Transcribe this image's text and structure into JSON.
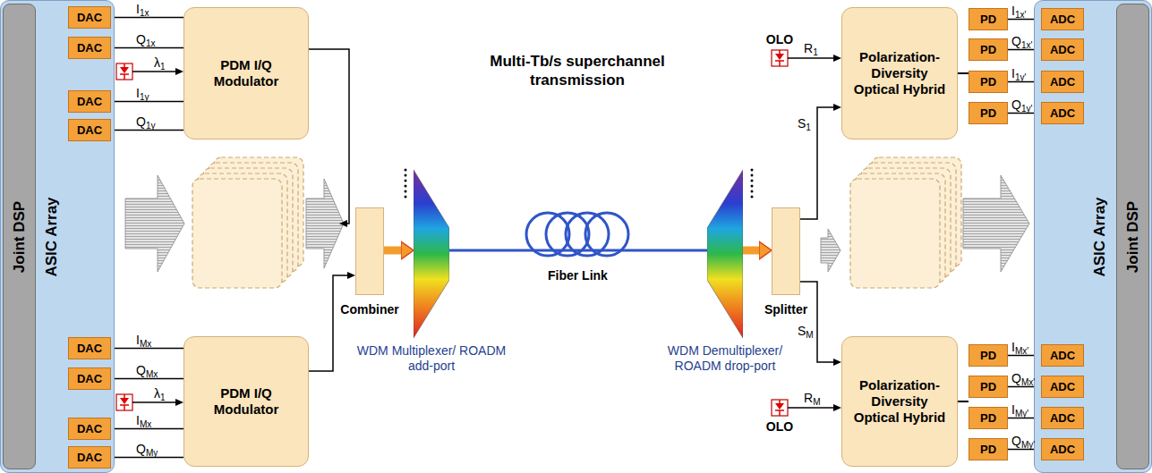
{
  "diagram": {
    "nodes": [
      {
        "text": [
          "ASIC Array"
        ]
      },
      {
        "text": [
          "Joint DSP"
        ],
        "in": 0
      },
      {
        "text": [
          "DAC"
        ],
        "in": 0
      },
      {
        "text": [
          "DAC"
        ],
        "in": 0
      },
      {
        "text": [
          "DAC"
        ],
        "in": 0
      },
      {
        "text": [
          "DAC"
        ],
        "in": 0
      },
      {
        "text": [
          "DAC"
        ],
        "in": 0
      },
      {
        "text": [
          "DAC"
        ],
        "in": 0
      },
      {
        "text": [
          "DAC"
        ],
        "in": 0
      },
      {
        "text": [
          "DAC"
        ],
        "in": 0
      },
      {
        "text": [
          "PDM I/Q Modulator"
        ]
      },
      {
        "text": [
          "PDM I/Q Modulator"
        ]
      },
      {
        "text": [
          "Combiner"
        ]
      },
      {
        "text": [
          "WDM Multiplexer/ ROADM add-port"
        ]
      },
      {
        "text": [
          "WDM Demultiplexer/ ROADM drop-port"
        ]
      },
      {
        "text": [
          "Splitter"
        ]
      },
      {
        "text": [
          "Polarization-Diversity Optical Hybrid"
        ]
      },
      {
        "text": [
          "Polarization-Diversity Optical Hybrid"
        ]
      },
      {
        "text": [
          "PD"
        ]
      },
      {
        "text": [
          "PD"
        ]
      },
      {
        "text": [
          "PD"
        ]
      },
      {
        "text": [
          "PD"
        ]
      },
      {
        "text": [
          "PD"
        ]
      },
      {
        "text": [
          "PD"
        ]
      },
      {
        "text": [
          "PD"
        ]
      },
      {
        "text": [
          "PD"
        ]
      },
      {
        "text": [
          "ASIC Array"
        ]
      },
      {
        "text": [
          "Joint DSP"
        ],
        "in": 26
      },
      {
        "text": [
          "ADC"
        ],
        "in": 26
      },
      {
        "text": [
          "ADC"
        ],
        "in": 26
      },
      {
        "text": [
          "ADC"
        ],
        "in": 26
      },
      {
        "text": [
          "ADC"
        ],
        "in": 26
      },
      {
        "text": [
          "ADC"
        ],
        "in": 26
      },
      {
        "text": [
          "ADC"
        ],
        "in": 26
      },
      {
        "text": [
          "ADC"
        ],
        "in": 26
      },
      {
        "text": [
          "ADC"
        ],
        "in": 26
      }
    ],
    "edges": [
      {
        "from": 2,
        "to": 10,
        "arrow": "none",
        "label": "I1x"
      },
      {
        "from": 3,
        "to": 10,
        "arrow": "none",
        "label": "Q1x"
      },
      {
        "from": 4,
        "to": 10,
        "arrow": "none",
        "label": "I1y"
      },
      {
        "from": 5,
        "to": 10,
        "arrow": "none",
        "label": "Q1y"
      },
      {
        "from": 6,
        "to": 11,
        "arrow": "none",
        "label": "IMx"
      },
      {
        "from": 7,
        "to": 11,
        "arrow": "none",
        "label": "QMx"
      },
      {
        "from": 8,
        "to": 11,
        "arrow": "none",
        "label": "IMx"
      },
      {
        "from": 9,
        "to": 11,
        "arrow": "none",
        "label": "QMy"
      },
      {
        "from": 10,
        "to": 12,
        "arrow": "to"
      },
      {
        "from": 11,
        "to": 12,
        "arrow": "to"
      },
      {
        "from": 12,
        "to": 13,
        "arrow": "to"
      },
      {
        "from": 13,
        "to": 14,
        "arrow": "none",
        "label": "Fiber Link"
      },
      {
        "from": 14,
        "to": 15,
        "arrow": "to"
      },
      {
        "from": 15,
        "to": 16,
        "arrow": "to",
        "label": "S1"
      },
      {
        "from": 15,
        "to": 17,
        "arrow": "to",
        "label": "SM"
      },
      {
        "from": 16,
        "to": 18,
        "arrow": "none"
      },
      {
        "from": 16,
        "to": 19,
        "arrow": "none"
      },
      {
        "from": 16,
        "to": 20,
        "arrow": "none"
      },
      {
        "from": 16,
        "to": 21,
        "arrow": "none"
      },
      {
        "from": 17,
        "to": 22,
        "arrow": "none"
      },
      {
        "from": 17,
        "to": 23,
        "arrow": "none"
      },
      {
        "from": 17,
        "to": 24,
        "arrow": "none"
      },
      {
        "from": 17,
        "to": 25,
        "arrow": "none"
      },
      {
        "from": 18,
        "to": 28,
        "arrow": "none",
        "label": "I1x'"
      },
      {
        "from": 19,
        "to": 29,
        "arrow": "none",
        "label": "Q1x'"
      },
      {
        "from": 20,
        "to": 30,
        "arrow": "none",
        "label": "I1y'"
      },
      {
        "from": 21,
        "to": 31,
        "arrow": "none",
        "label": "Q1y'"
      },
      {
        "from": 22,
        "to": 32,
        "arrow": "none",
        "label": "IMx'"
      },
      {
        "from": 23,
        "to": 33,
        "arrow": "none",
        "label": "QMx'"
      },
      {
        "from": 24,
        "to": 34,
        "arrow": "none",
        "label": "IMy'"
      },
      {
        "from": 25,
        "to": 35,
        "arrow": "none",
        "label": "QMy'"
      }
    ],
    "labels": [
      "Multi-Tb/s superchannel transmission",
      "λ1",
      "λ1",
      "OLO",
      "R1",
      "OLO",
      "RM"
    ]
  }
}
